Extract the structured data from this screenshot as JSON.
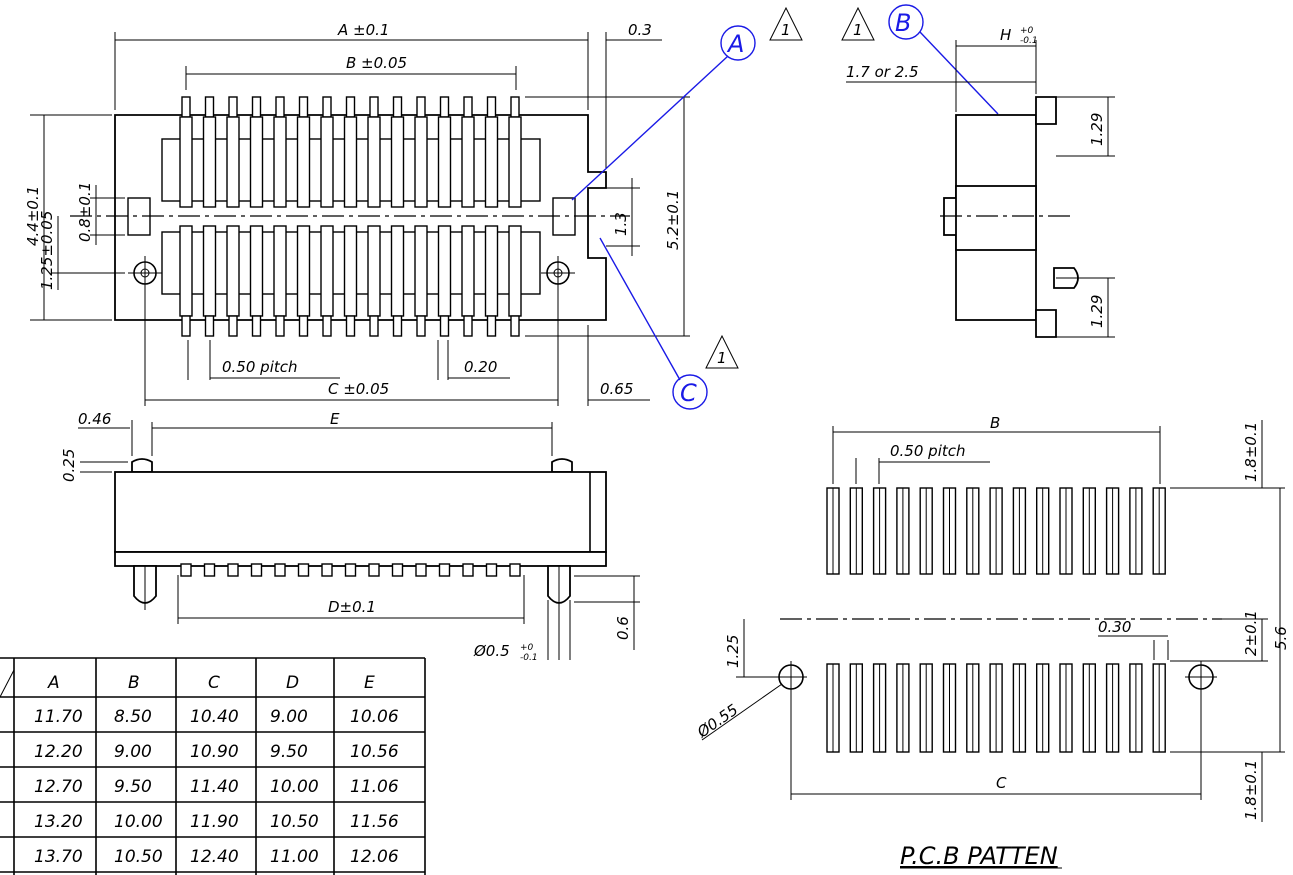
{
  "dimensions": {
    "a": "A ±0.1",
    "b": "B ±0.05",
    "c": "C ±0.05",
    "d": "D±0.1",
    "e": "E",
    "b_pcb": "B",
    "c_pcb": "C",
    "h": "H",
    "h_tol_top": "+0",
    "h_tol_bottom": "-0.1",
    "d03": "0.3",
    "d065": "0.65",
    "d046": "0.46",
    "d025": "0.25",
    "d06": "0.6",
    "d044": "4.4±0.1",
    "d08": "0.8±0.1",
    "d125_05": "1.25±0.05",
    "d13": "1.3",
    "d52": "5.2±0.1",
    "d129": "1.29",
    "d17": "1.7 or 2.5",
    "pitch": "0.50 pitch",
    "d020": "0.20",
    "phi05": "Ø0.5",
    "phi05_tol_top": "+0",
    "phi05_tol_bottom": "-0.1",
    "d18": "1.8±0.1",
    "d2": "2±0.1",
    "d56": "5.6",
    "d030": "0.30",
    "d125": "1.25",
    "phi055": "Ø0.55"
  },
  "callouts": {
    "a": "A",
    "b": "B",
    "c": "C",
    "rev": "1"
  },
  "pcb_title": "P.C.B PATTEN",
  "table": {
    "headers": [
      "A",
      "B",
      "C",
      "D",
      "E"
    ],
    "rows": [
      [
        "11.70",
        "8.50",
        "10.40",
        "9.00",
        "10.06"
      ],
      [
        "12.20",
        "9.00",
        "10.90",
        "9.50",
        "10.56"
      ],
      [
        "12.70",
        "9.50",
        "11.40",
        "10.00",
        "11.06"
      ],
      [
        "13.20",
        "10.00",
        "11.90",
        "10.50",
        "11.56"
      ],
      [
        "13.70",
        "10.50",
        "12.40",
        "11.00",
        "12.06"
      ]
    ]
  }
}
